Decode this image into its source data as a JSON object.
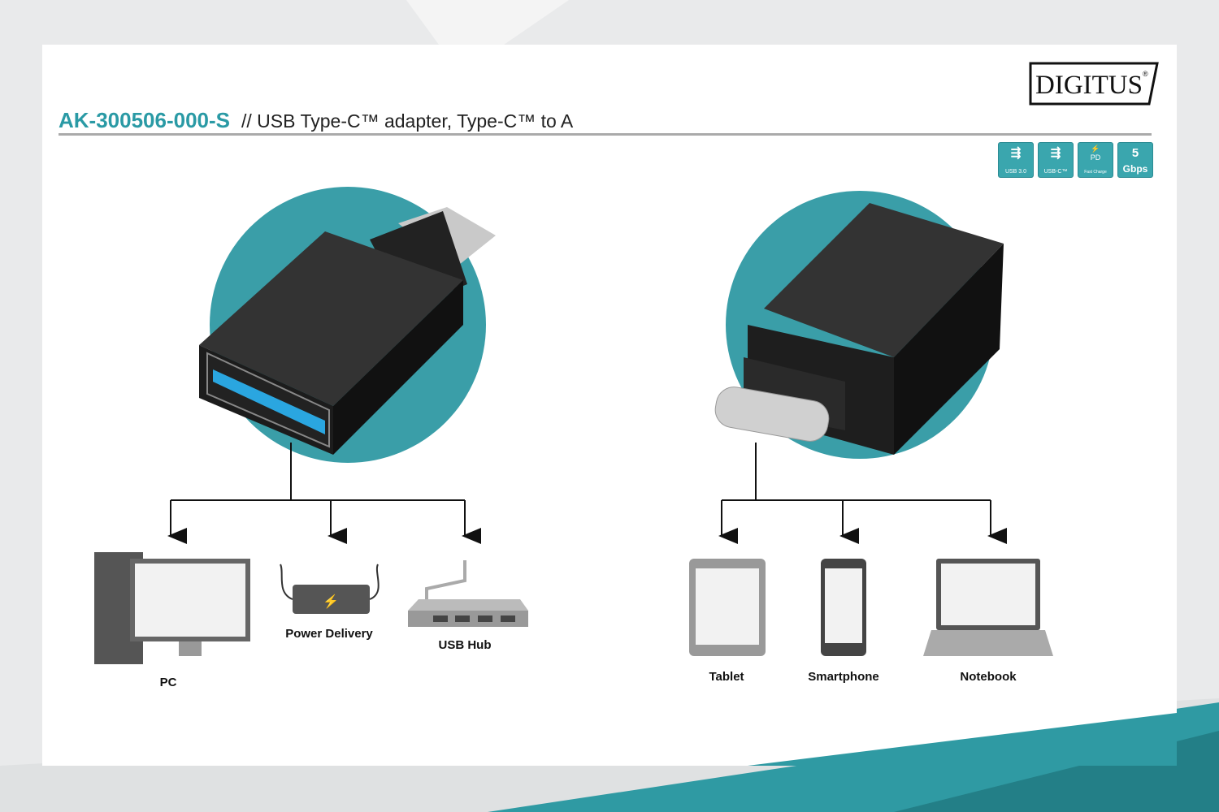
{
  "header": {
    "product_code": "AK-300506-000-S",
    "description": "// USB Type-C™ adapter, Type-C™ to A",
    "brand": "DIGITUS"
  },
  "badges": [
    {
      "icon": "usb-icon",
      "label": "USB 3.0"
    },
    {
      "icon": "usb-icon",
      "label": "USB-C™"
    },
    {
      "icon": "charge-icon",
      "top": "PD",
      "label": "Fast Charge"
    },
    {
      "top": "5",
      "label": "Gbps"
    }
  ],
  "left_devices": [
    "PC",
    "Power Delivery",
    "USB Hub"
  ],
  "right_devices": [
    "Tablet",
    "Smartphone",
    "Notebook"
  ],
  "colors": {
    "accent": "#2a9aa5",
    "circle": "#3a9ea8",
    "band": "#2f9aa3"
  }
}
